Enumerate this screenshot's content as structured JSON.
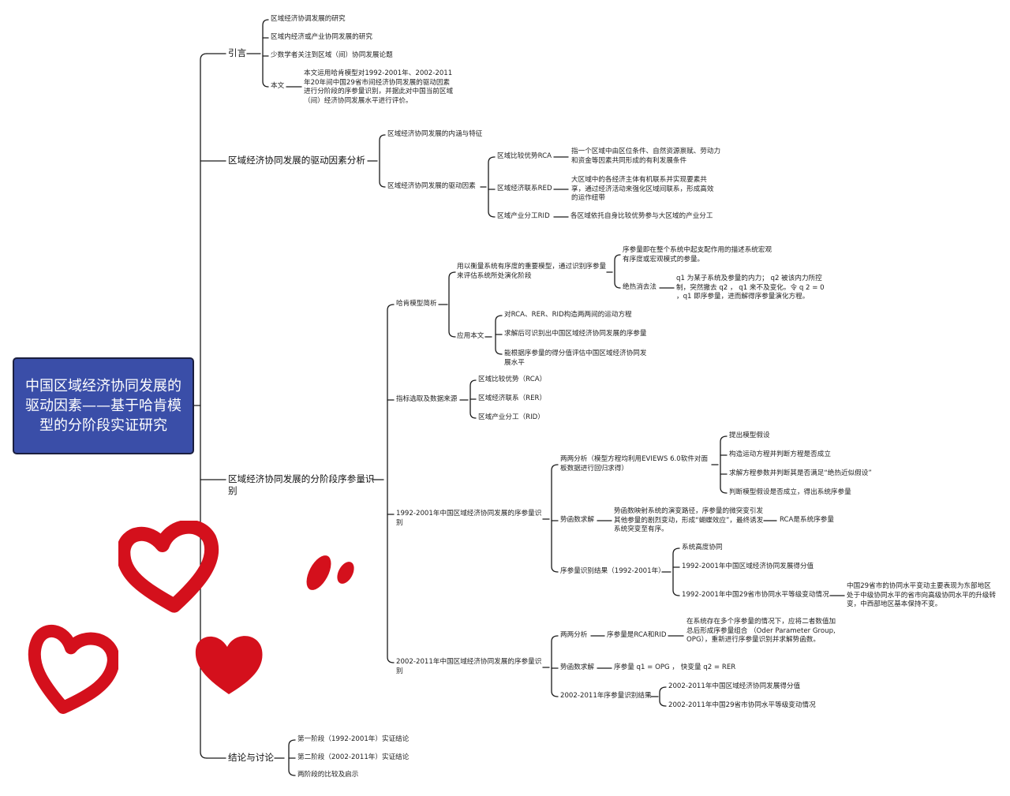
{
  "root": "中国区域经济协同发展的驱动因素——基于哈肯模型的分阶段实证研究",
  "branches": {
    "intro": {
      "label": "引言",
      "items": [
        "区域经济协调发展的研究",
        "区域内经济或产业协同发展的研究",
        "少数学者关注到区域（间）协同发展论题",
        "本文"
      ],
      "benwen_text": "本文运用哈肯模型对1992-2001年、2002-2011年20年间中国29省市间经济协同发展的驱动因素进行分阶段的序参量识别，并据此对中国当前区域（间）经济协同发展水平进行评价。"
    },
    "drivers": {
      "label": "区域经济协同发展的驱动因素分析",
      "sub1": "区域经济协同发展的内涵与特征",
      "sub2": "区域经济协同发展的驱动因素",
      "rca": "区域比较优势RCA",
      "rca_text": "指一个区域中由区位条件、自然资源禀赋、劳动力和资金等因素共同形成的有利发展条件",
      "red": "区域经济联系RED",
      "red_text": "大区域中的各经济主体有机联系并实现要素共享，通过经济活动来强化区域间联系，形成高效的运作纽带",
      "rid": "区域产业分工RID",
      "rid_text": "各区域依托自身比较优势参与大区域的产业分工"
    },
    "phases": {
      "label": "区域经济协同发展的分阶段序参量识别",
      "haken": "哈肯模型简析",
      "haken_use": "用以衡量系统有序度的重要模型，通过识别序参量来评估系统所处演化阶段",
      "order_param_def": "序参量即在整个系统中起支配作用的描述系统宏观有序度或宏观模式的参量。",
      "adiabatic": "绝热消去法",
      "adiabatic_text": "q1 为某子系统及参量的内力； q2 被该内力所控制，突然撤去 q2 ， q1 来不及变化。令 q 2 = 0 ，q1 即序参量，进而解得序参量演化方程。",
      "apply": "应用本文",
      "apply_items": [
        "对RCA、RER、RID构造两两间的运动方程",
        "求解后可识别出中国区域经济协同发展的序参量",
        "能根据序参量的得分值评估中国区域经济协同发展水平"
      ],
      "indicators": "指标选取及数据来源",
      "indicator_items": [
        "区域比较优势（RCA）",
        "区域经济联系（RER）",
        "区域产业分工（RID）"
      ],
      "p1": "1992-2001年中国区域经济协同发展的序参量识别",
      "p1_pair": "两两分析（模型方程均利用EVIEWS 6.0软件对面板数据进行回归求得）",
      "p1_pair_items": [
        "提出模型假设",
        "构造运动方程并判断方程是否成立",
        "求解方程参数并判断其是否满足“绝热近似假设”",
        "判断模型假设是否成立，得出系统序参量"
      ],
      "p1_potential": "势函数求解",
      "p1_potential_text": "势函数映射系统的演变路径，序参量的微突变引发其他参量的剧烈变动，形成“蝴蝶效应”，最终诱发系统突变至有序。",
      "p1_potential_result": "RCA是系统序参量",
      "p1_result": "序参量识别结果（1992-2001年）",
      "p1_result_items": [
        "系统高度协同",
        "1992-2001年中国区域经济协同发展得分值",
        "1992-2001年中国29省市协同水平等级变动情况"
      ],
      "p1_result_text": "中国29省市的协同水平变动主要表现为东部地区处于中级协同水平的省市向高级协同水平的升级转变，中西部地区基本保持不变。",
      "p2": "2002-2011年中国区域经济协同发展的序参量识别",
      "p2_pair": "两两分析",
      "p2_pair_mid": "序参量是RCA和RID",
      "p2_pair_text": "在系统存在多个序参量的情况下，应将二者数值加总后形成序参量组合 （Oder Parameter Group, OPG），重新进行序参量识别并求解势函数。",
      "p2_potential": "势函数求解",
      "p2_potential_text": "序参量 q1 = OPG ， 快变量 q2 = RER",
      "p2_result": "2002-2011年序参量识别结果",
      "p2_result_items": [
        "2002-2011年中国区域经济协同发展得分值",
        "2002-2011年中国29省市协同水平等级变动情况"
      ]
    },
    "conclusion": {
      "label": "结论与讨论",
      "items": [
        "第一阶段（1992-2001年）实证结论",
        "第二阶段（2002-2011年）实证结论",
        "两阶段的比较及启示"
      ]
    }
  },
  "colors": {
    "root_fill": "#3a4ea8",
    "line": "#1a1a1a",
    "heart": "#d4101c"
  }
}
